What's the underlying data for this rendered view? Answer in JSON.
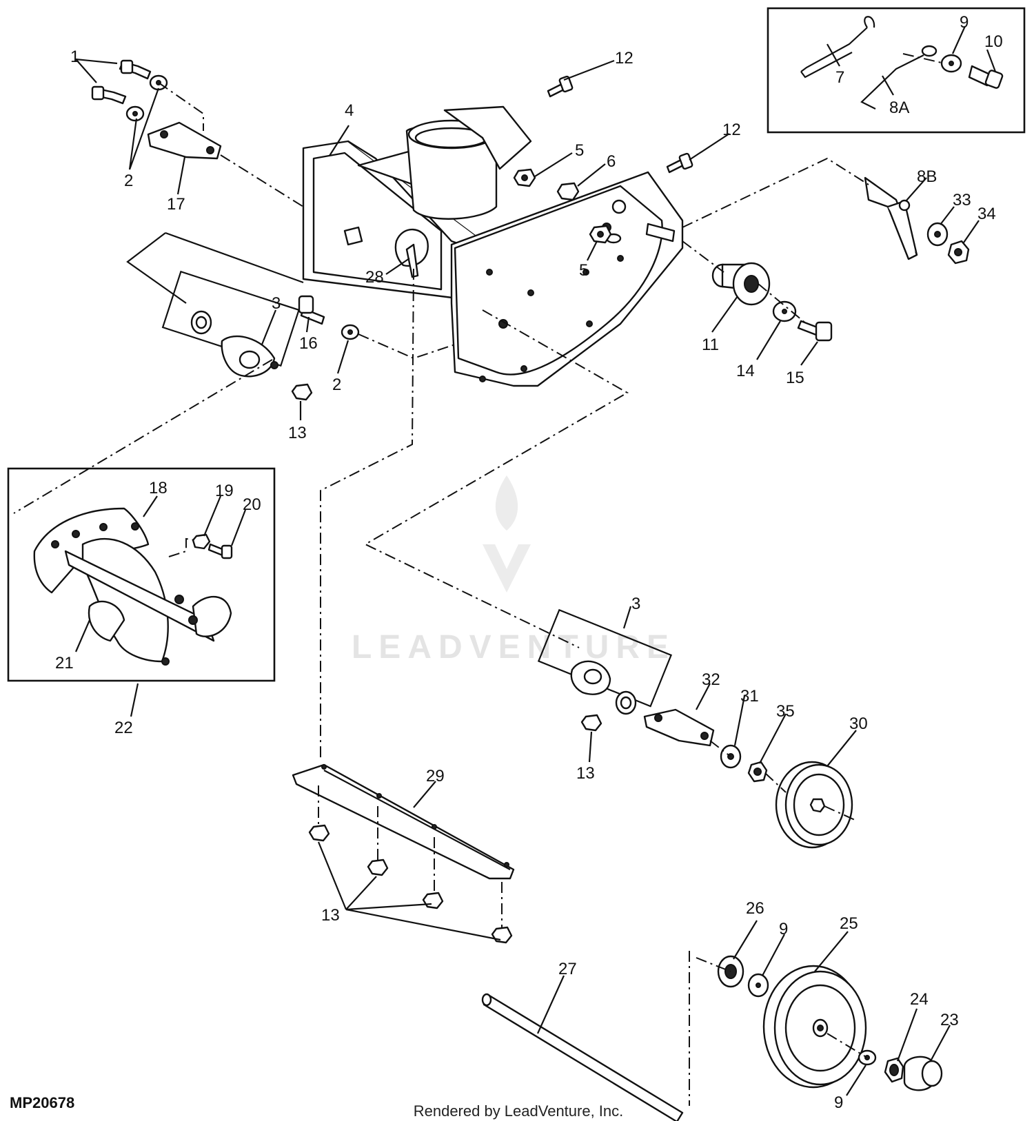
{
  "diagram": {
    "figure_code": "MP20678",
    "credit": "Rendered by LeadVenture, Inc.",
    "watermark": "LEADVENTURE",
    "callouts": {
      "c1": "1",
      "c2a": "2",
      "c2b": "2",
      "c3a": "3",
      "c3b": "3",
      "c4": "4",
      "c5a": "5",
      "c5b": "5",
      "c6": "6",
      "c7": "7",
      "c8a": "8A",
      "c8b": "8B",
      "c9a": "9",
      "c9b": "9",
      "c9c": "9",
      "c10": "10",
      "c11": "11",
      "c12a": "12",
      "c12b": "12",
      "c13a": "13",
      "c13b": "13",
      "c13c": "13",
      "c14": "14",
      "c15": "15",
      "c16": "16",
      "c17": "17",
      "c18": "18",
      "c19": "19",
      "c20": "20",
      "c21": "21",
      "c22": "22",
      "c23": "23",
      "c24": "24",
      "c25": "25",
      "c26": "26",
      "c27": "27",
      "c28": "28",
      "c29": "29",
      "c30": "30",
      "c31": "31",
      "c32": "32",
      "c33": "33",
      "c34": "34",
      "c35": "35"
    }
  }
}
